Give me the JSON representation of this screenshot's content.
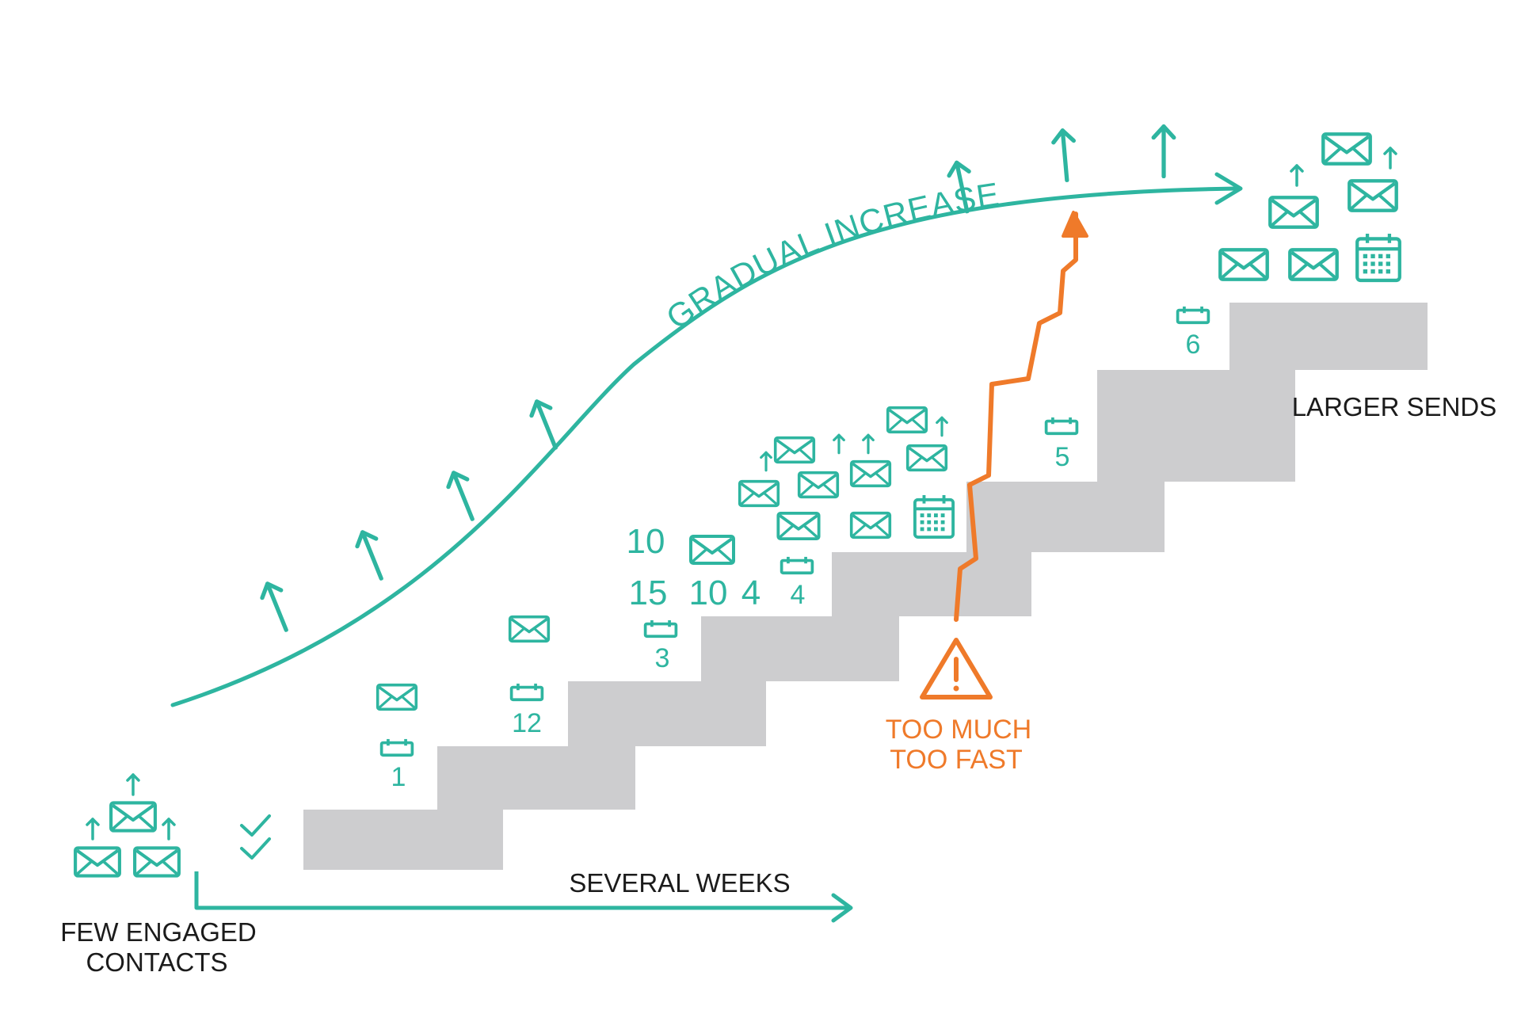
{
  "colors": {
    "accent": "#2eb5a0",
    "warning": "#ef7a2a",
    "stair": "#cdcdcf",
    "text": "#1b1b1b"
  },
  "labels": {
    "curve": "GRADUAL INCREASE",
    "timeline": "SEVERAL WEEKS",
    "start_line1": "FEW ENGAGED",
    "start_line2": "CONTACTS",
    "end": "LARGER SENDS",
    "warning_line1": "TOO MUCH",
    "warning_line2": "TOO FAST"
  },
  "steps": [
    {
      "day": "1"
    },
    {
      "day": "12"
    },
    {
      "day": "3",
      "numbers": [
        "10",
        "15",
        "10",
        "4"
      ]
    },
    {
      "day": "4"
    },
    {
      "day": "5"
    },
    {
      "day": "6"
    }
  ],
  "icons": {
    "envelope": "envelope-icon",
    "calendar": "calendar-icon",
    "arrow_up": "arrow-up-icon",
    "check": "check-icon",
    "warning": "warning-triangle-icon"
  }
}
